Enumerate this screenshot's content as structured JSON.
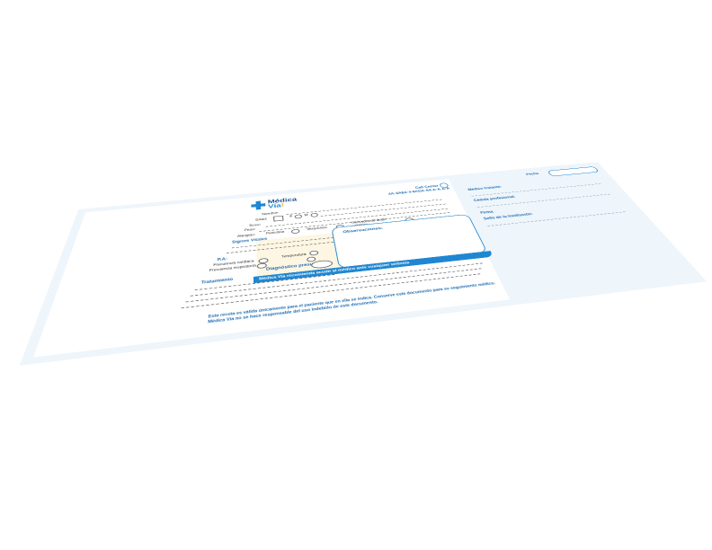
{
  "logo": {
    "text1": "Médica",
    "text2": "Vía",
    "excl": "!"
  },
  "header": {
    "phone_label": "Call Center",
    "phone_number": "4A·4A8A·4·8ADA·64·A·A·A·A"
  },
  "form": {
    "fields": [
      "Nombre:",
      "Edad:",
      "Sexo:",
      "Peso:",
      "Alergias:"
    ],
    "sex_options": [
      "F",
      "M"
    ],
    "allergy_options": [
      "Penicilina",
      "Tetraciclina",
      "Derivados de ácido salicílico"
    ],
    "section_vital": "Signos Vitales",
    "bp_label": "P.A:",
    "bp_sub": [
      "Frecuencia cardiaca",
      "Frecuencia respiratoria"
    ],
    "temp_label": "Temperatura",
    "diagnosis_label": "Diagnóstico presuntivo",
    "treatment_label": "Tratamiento",
    "obs_title": "Observaciones:",
    "obs_bar": "Médica Vía recomienda acudir al médico ante cualquier síntoma"
  },
  "right_panel": {
    "fecha_label": "Fecha",
    "label_1": "Médico tratante:",
    "label_2": "Cédula profesional:",
    "label_3": "Firma",
    "label_4": "Sello de la institución:"
  },
  "footer": {
    "line1": "Esta receta es válida únicamente para el paciente que en ella se indica. Conserve este documento para su seguimiento médico.",
    "line2": "Médica Vía no se hace responsable del uso indebido de este documento."
  }
}
